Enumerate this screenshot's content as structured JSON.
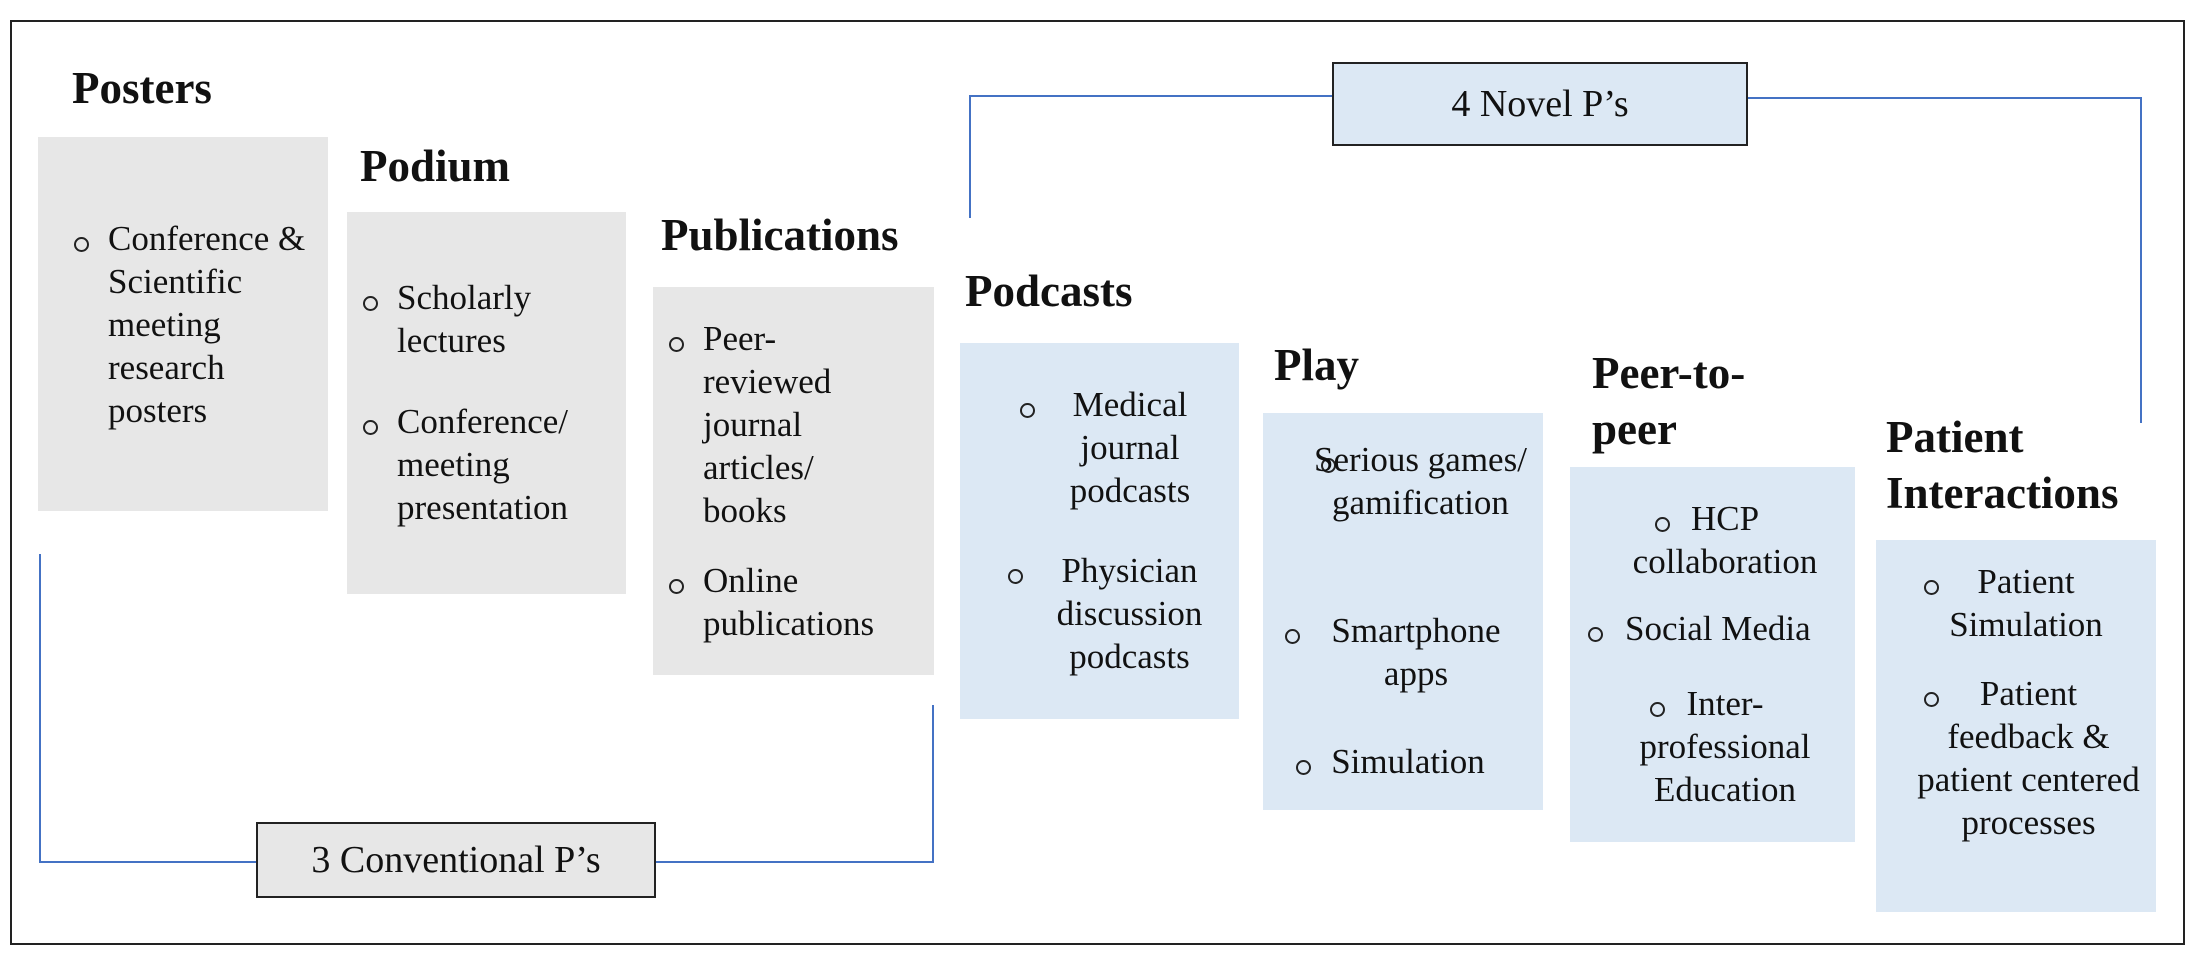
{
  "conventional_label": "3 Conventional P’s",
  "novel_label": "4 Novel P’s",
  "columns": [
    {
      "title": "Posters",
      "items": [
        "Conference & Scientific meeting research posters"
      ]
    },
    {
      "title": "Podium",
      "items": [
        "Scholarly lectures",
        "Conference/ meeting presentation"
      ]
    },
    {
      "title": "Publications",
      "items": [
        "Peer-reviewed journal articles/ books",
        "Online publications"
      ]
    },
    {
      "title": "Podcasts",
      "items": [
        "Medical journal podcasts",
        "Physician discussion podcasts"
      ]
    },
    {
      "title": "Play",
      "items": [
        "Serious games/ gamification",
        "Smartphone apps",
        "Simulation"
      ]
    },
    {
      "title": "Peer-to-peer",
      "items": [
        "HCP collaboration",
        "Social Media",
        "Inter-professional Education"
      ]
    },
    {
      "title": "Patient Interactions",
      "items": [
        "Patient Simulation",
        "Patient feedback & patient centered processes"
      ]
    }
  ],
  "colors": {
    "conventional_fill": "#e7e7e7",
    "novel_fill": "#dce8f4",
    "connector": "#4472c4"
  }
}
